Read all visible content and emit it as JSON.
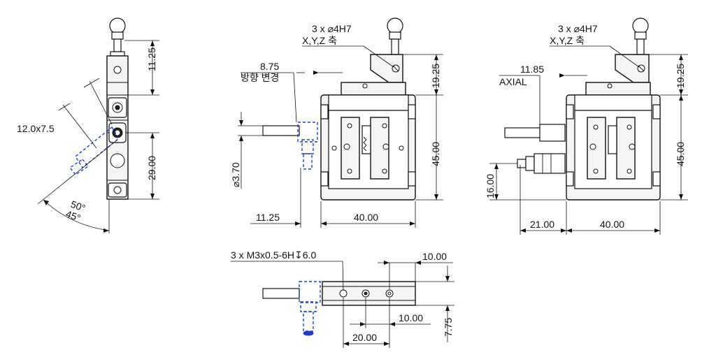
{
  "labels": {
    "dim_11_25_top": "11.25",
    "dim_12x7_5": "12.0x7.5",
    "dim_29_00": "29.00",
    "angle_50": "50°",
    "angle_45": "45°",
    "front_hole_callout": "3 x ⌀4H7",
    "front_axes": "X,Y,Z   축",
    "dir_change_value": "8.75",
    "dir_change_text": "방향 변경",
    "dim_19_25_front": "19.25",
    "dim_45_00_front": "45.00",
    "dim_dia_3_70": "⌀3.70",
    "dim_11_25_bottom": "11.25",
    "dim_40_00_front": "40.00",
    "right_hole_callout": "3 x ⌀4H7",
    "right_axes": "X,Y,Z   축",
    "axial_value": "11.85",
    "axial_text": "AXIAL",
    "dim_19_25_right": "19.25",
    "dim_45_00_right": "45.00",
    "dim_16_00": "16.00",
    "dim_21_00": "21.00",
    "dim_40_00_right": "40.00",
    "bottom_thread_callout": "3 x M3x0.5-6H↧6.0",
    "dim_10_00_top": "10.00",
    "dim_10_00_bottom": "10.00",
    "dim_20_00": "20.00",
    "dim_7_75": "7.75"
  },
  "colors": {
    "line": "#111111",
    "hidden_blue": "#1f3bd1"
  }
}
